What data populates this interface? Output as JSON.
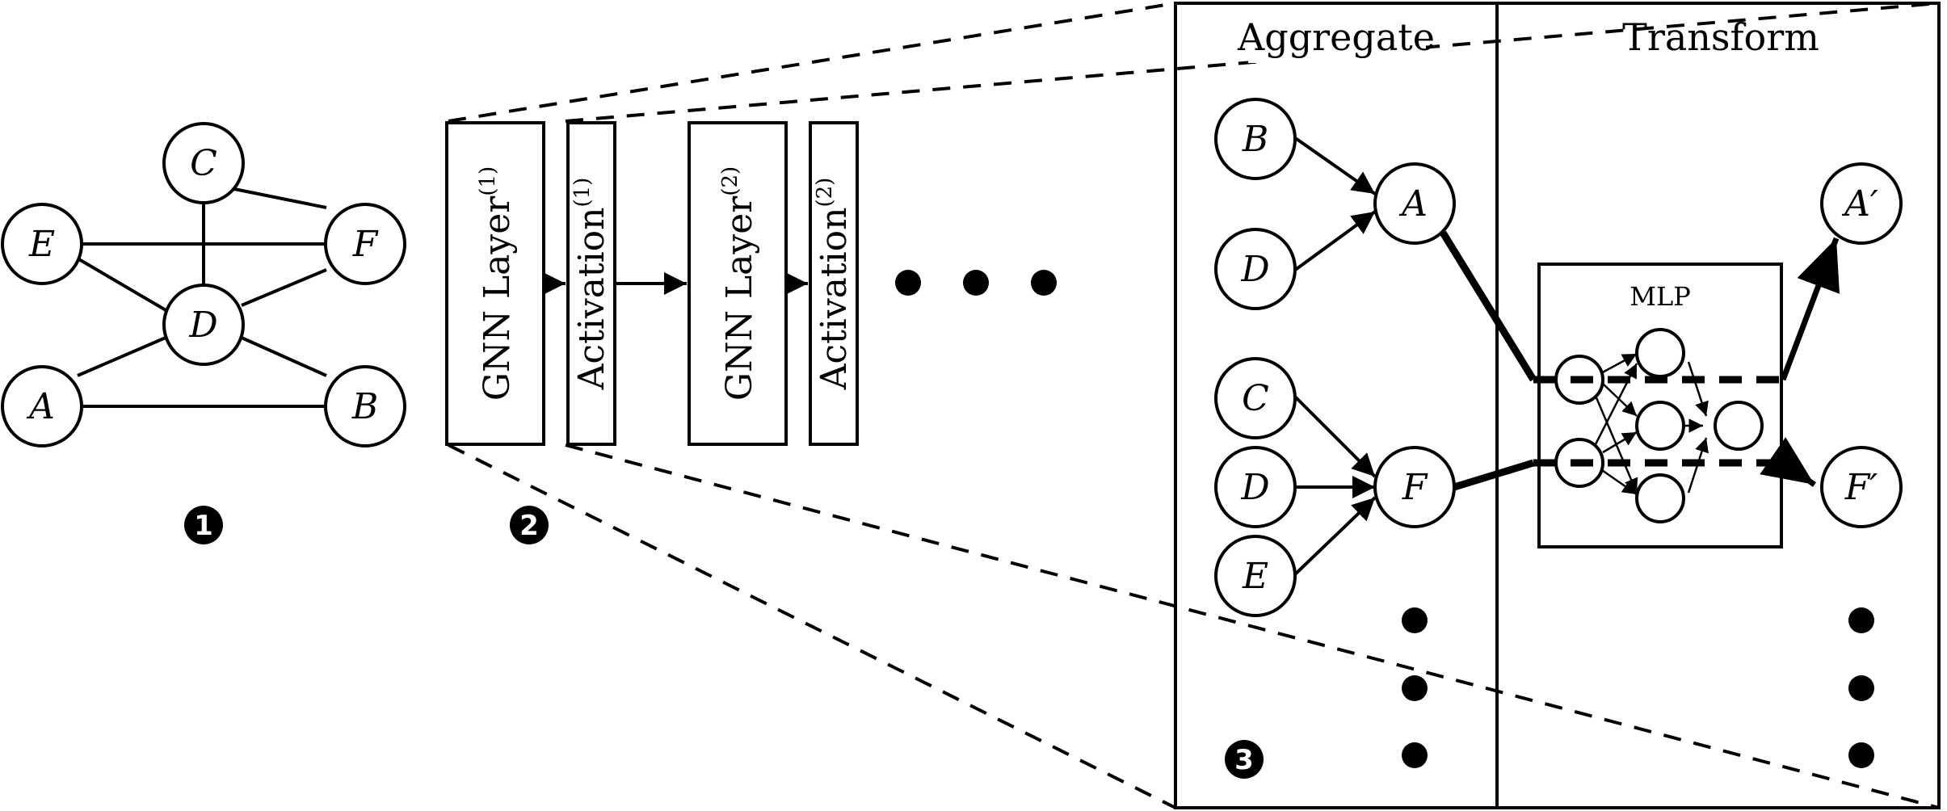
{
  "graph": {
    "nodes": [
      "C",
      "E",
      "F",
      "D",
      "A",
      "B"
    ]
  },
  "pipeline": {
    "gnn_layer_1": {
      "label": "GNN Layer",
      "sup": "(1)"
    },
    "activation_1": {
      "label": "Activation",
      "sup": "(1)"
    },
    "gnn_layer_2": {
      "label": "GNN Layer",
      "sup": "(2)"
    },
    "activation_2": {
      "label": "Activation",
      "sup": "(2)"
    }
  },
  "detail": {
    "aggregate_heading": "Aggregate",
    "transform_heading": "Transform",
    "mlp_label": "MLP",
    "aggregate_inputs": [
      "B",
      "D",
      "C",
      "D",
      "E"
    ],
    "aggregate_outputs": [
      "A",
      "F"
    ],
    "transform_outputs": [
      "A′",
      "F′"
    ]
  },
  "steps": [
    "1",
    "2",
    "3"
  ]
}
